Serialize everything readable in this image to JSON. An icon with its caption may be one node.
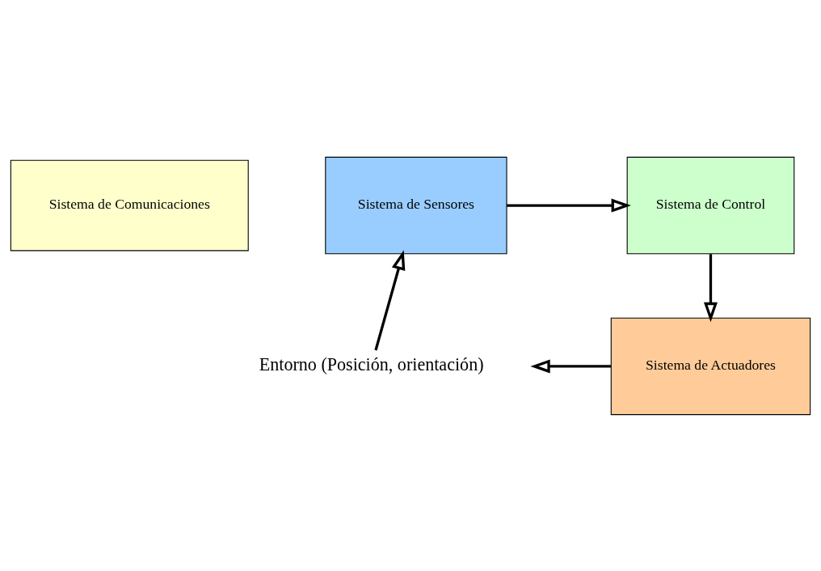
{
  "diagram": {
    "nodes": [
      {
        "text": [
          "Sistema de Comunicaciones"
        ]
      },
      {
        "text": [
          "Sistema de Sensores"
        ]
      },
      {
        "text": [
          "Sistema de Control"
        ]
      },
      {
        "text": [
          "Sistema de Actuadores"
        ]
      },
      {
        "text": [
          "Entorno (Posición, orientación)"
        ]
      }
    ],
    "edges": [
      {
        "from": 1,
        "to": 2,
        "arrow": "to"
      },
      {
        "from": 2,
        "to": 3,
        "arrow": "to"
      },
      {
        "from": 3,
        "to": 4,
        "arrow": "to"
      },
      {
        "from": 4,
        "to": 1,
        "arrow": "to"
      }
    ]
  }
}
